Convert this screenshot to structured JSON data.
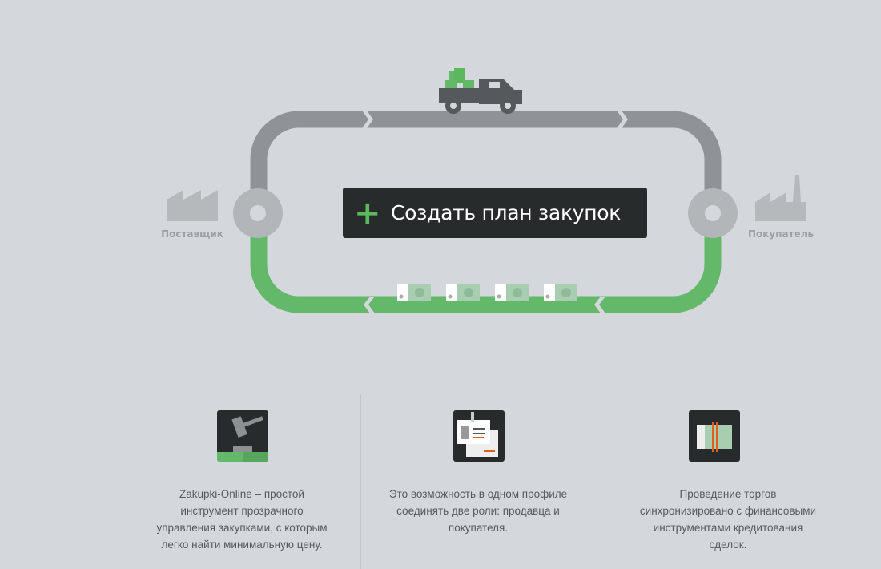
{
  "diagram": {
    "supplier_label": "Поставщик",
    "buyer_label": "Покупатель"
  },
  "cta": {
    "icon": "plus-icon",
    "label": "Создать план закупок"
  },
  "features": [
    {
      "icon": "gavel-icon",
      "text": "Zakupki-Online – простой инструмент прозрачного управления закупками, с которым легко найти минимальную цену."
    },
    {
      "icon": "id-cards-icon",
      "text": "Это возможность в одном профиле соединять две роли: продавца и покупателя."
    },
    {
      "icon": "money-stack-icon",
      "text": "Проведение торгов синхронизировано с финансовыми инструментами кредитования сделок."
    }
  ],
  "colors": {
    "track_gray": "#8f9398",
    "track_green": "#63b86a",
    "node": "#b3b6b9",
    "button": "#272b2c"
  }
}
